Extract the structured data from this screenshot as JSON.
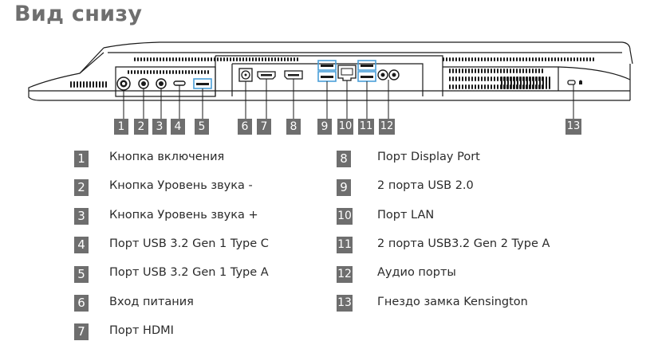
{
  "title": "Вид снизу",
  "badges": [
    "1",
    "2",
    "3",
    "4",
    "5",
    "6",
    "7",
    "8",
    "9",
    "10",
    "11",
    "12",
    "13"
  ],
  "legend_left": [
    {
      "num": "1",
      "label": "Кнопка включения"
    },
    {
      "num": "2",
      "label": "Кнопка Уровень звука -"
    },
    {
      "num": "3",
      "label": "Кнопка Уровень звука +"
    },
    {
      "num": "4",
      "label": "Порт USB 3.2 Gen 1 Type C"
    },
    {
      "num": "5",
      "label": "Порт USB 3.2 Gen 1 Type A"
    },
    {
      "num": "6",
      "label": "Вход питания"
    },
    {
      "num": "7",
      "label": "Порт HDMI"
    }
  ],
  "legend_right": [
    {
      "num": "8",
      "label": "Порт Display Port"
    },
    {
      "num": "9",
      "label": "2 порта USB 2.0"
    },
    {
      "num": "10",
      "label": "Порт LAN"
    },
    {
      "num": "11",
      "label": "2 порта USB3.2 Gen 2 Type A"
    },
    {
      "num": "12",
      "label": "Аудио порты"
    },
    {
      "num": "13",
      "label": "Гнездо замка Kensington"
    }
  ],
  "colors": {
    "highlight": "#4a9fd8",
    "badge": "#6e6e6e",
    "outline": "#1a1a1a"
  }
}
